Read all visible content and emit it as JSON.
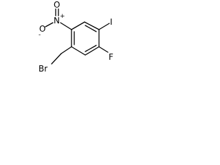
{
  "molecule": {
    "labels": {
      "iodine": "I",
      "fluorine": "F",
      "bromine": "Br",
      "nitro_nitrogen": "N",
      "nitro_nitrogen_charge": "+",
      "nitro_oxygen_top": "O",
      "nitro_oxygen_left": "O",
      "nitro_oxygen_left_charge": "-"
    }
  }
}
